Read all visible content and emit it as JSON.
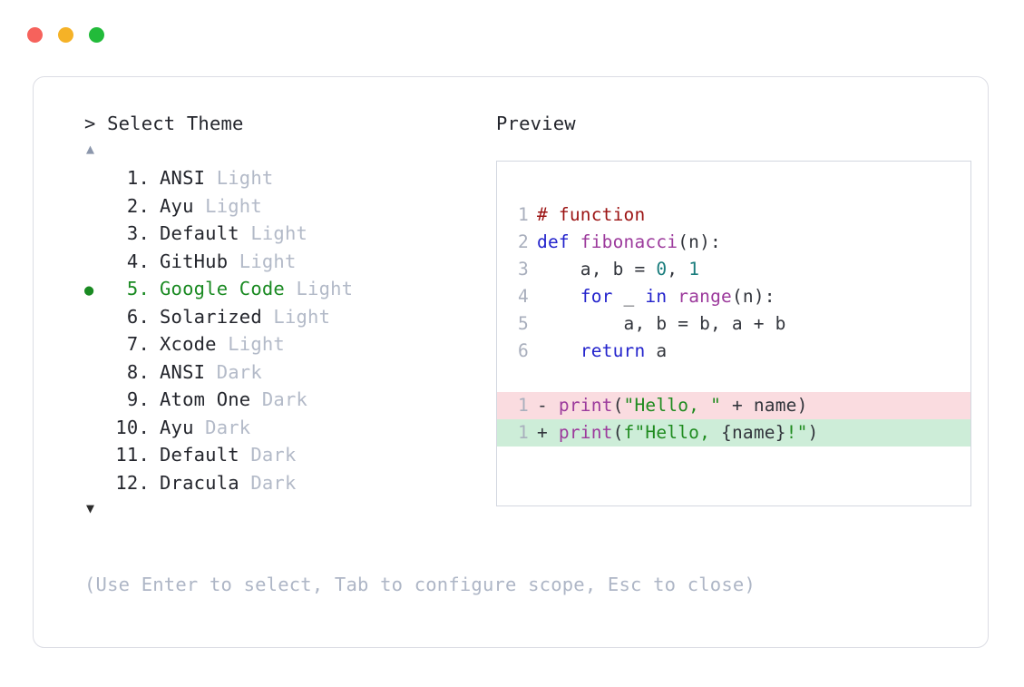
{
  "window": {
    "traffic_lights": [
      {
        "name": "close",
        "color": "#f6625c"
      },
      {
        "name": "minimize",
        "color": "#f5b227"
      },
      {
        "name": "maximize",
        "color": "#22bb3a"
      }
    ]
  },
  "selector": {
    "prompt": "> Select Theme",
    "scroll_up": "▲",
    "scroll_down": "▼",
    "selected_index": 5,
    "bullet": "●",
    "items": [
      {
        "number": "1.",
        "name": "ANSI",
        "variant": " Light",
        "selected": false
      },
      {
        "number": "2.",
        "name": "Ayu",
        "variant": " Light",
        "selected": false
      },
      {
        "number": "3.",
        "name": "Default",
        "variant": " Light",
        "selected": false
      },
      {
        "number": "4.",
        "name": "GitHub",
        "variant": " Light",
        "selected": false
      },
      {
        "number": "5.",
        "name": "Google Code",
        "variant": " Light",
        "selected": true
      },
      {
        "number": "6.",
        "name": "Solarized",
        "variant": " Light",
        "selected": false
      },
      {
        "number": "7.",
        "name": "Xcode",
        "variant": " Light",
        "selected": false
      },
      {
        "number": "8.",
        "name": "ANSI",
        "variant": " Dark",
        "selected": false
      },
      {
        "number": "9.",
        "name": "Atom One",
        "variant": " Dark",
        "selected": false
      },
      {
        "number": "10.",
        "name": "Ayu",
        "variant": " Dark",
        "selected": false
      },
      {
        "number": "11.",
        "name": "Default",
        "variant": " Dark",
        "selected": false
      },
      {
        "number": "12.",
        "name": "Dracula",
        "variant": " Dark",
        "selected": false
      }
    ]
  },
  "preview": {
    "label": "Preview",
    "lines": [
      {
        "num": "1",
        "kind": "normal",
        "tokens": [
          {
            "t": "# function",
            "c": "tok-comment"
          }
        ]
      },
      {
        "num": "2",
        "kind": "normal",
        "tokens": [
          {
            "t": "def ",
            "c": "tok-kw"
          },
          {
            "t": "fibonacci",
            "c": "tok-fn"
          },
          {
            "t": "(n):",
            "c": "tok-plain"
          }
        ]
      },
      {
        "num": "3",
        "kind": "normal",
        "tokens": [
          {
            "t": "    a, b = ",
            "c": "tok-plain"
          },
          {
            "t": "0",
            "c": "tok-num"
          },
          {
            "t": ", ",
            "c": "tok-plain"
          },
          {
            "t": "1",
            "c": "tok-num"
          }
        ]
      },
      {
        "num": "4",
        "kind": "normal",
        "tokens": [
          {
            "t": "    ",
            "c": "tok-plain"
          },
          {
            "t": "for",
            "c": "tok-kw"
          },
          {
            "t": " _ ",
            "c": "tok-plain"
          },
          {
            "t": "in",
            "c": "tok-kw"
          },
          {
            "t": " ",
            "c": "tok-plain"
          },
          {
            "t": "range",
            "c": "tok-fn"
          },
          {
            "t": "(n):",
            "c": "tok-plain"
          }
        ]
      },
      {
        "num": "5",
        "kind": "normal",
        "tokens": [
          {
            "t": "        a, b = b, a + b",
            "c": "tok-plain"
          }
        ]
      },
      {
        "num": "6",
        "kind": "normal",
        "tokens": [
          {
            "t": "    ",
            "c": "tok-plain"
          },
          {
            "t": "return",
            "c": "tok-kw"
          },
          {
            "t": " a",
            "c": "tok-plain"
          }
        ]
      },
      {
        "num": "",
        "kind": "gap",
        "tokens": []
      },
      {
        "num": "1",
        "kind": "del",
        "tokens": [
          {
            "t": "- ",
            "c": "tok-marker"
          },
          {
            "t": "print",
            "c": "tok-fn"
          },
          {
            "t": "(",
            "c": "tok-plain"
          },
          {
            "t": "\"Hello, \"",
            "c": "tok-str"
          },
          {
            "t": " + name)",
            "c": "tok-plain"
          }
        ]
      },
      {
        "num": "1",
        "kind": "add",
        "tokens": [
          {
            "t": "+ ",
            "c": "tok-marker"
          },
          {
            "t": "print",
            "c": "tok-fn"
          },
          {
            "t": "(",
            "c": "tok-plain"
          },
          {
            "t": "f\"Hello, ",
            "c": "tok-str"
          },
          {
            "t": "{name}",
            "c": "tok-plain"
          },
          {
            "t": "!\"",
            "c": "tok-str"
          },
          {
            "t": ")",
            "c": "tok-plain"
          }
        ]
      }
    ]
  },
  "footer": {
    "hint": "(Use Enter to select, Tab to configure scope, Esc to close)"
  }
}
